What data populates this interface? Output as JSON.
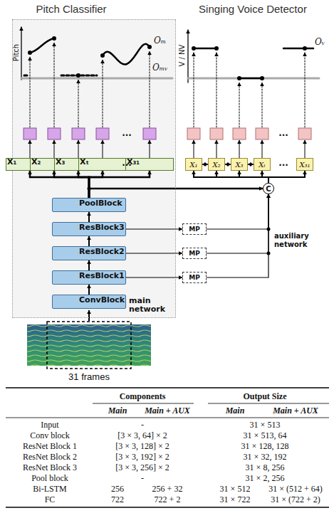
{
  "diagram": {
    "nodes": [
      {
        "text": [
          "main network"
        ]
      },
      {
        "text": [
          "X₁"
        ],
        "in": 0
      },
      {
        "text": [
          "X₂"
        ],
        "in": 0
      },
      {
        "text": [
          "X₃"
        ],
        "in": 0
      },
      {
        "text": [
          "Xₜ"
        ],
        "in": 0
      },
      {
        "text": [
          "X₃₁"
        ],
        "in": 0
      },
      {
        "text": [
          "PoolBlock"
        ],
        "in": 0
      },
      {
        "text": [
          "ResBlock3"
        ],
        "in": 0
      },
      {
        "text": [
          "ResBlock2"
        ],
        "in": 0
      },
      {
        "text": [
          "ResBlock1"
        ],
        "in": 0
      },
      {
        "text": [
          "ConvBlock"
        ],
        "in": 0
      },
      {
        "text": [
          "X₁"
        ]
      },
      {
        "text": [
          "X₂"
        ]
      },
      {
        "text": [
          "X₃"
        ]
      },
      {
        "text": [
          "Xₜ"
        ]
      },
      {
        "text": [
          "X₃₁"
        ]
      },
      {
        "text": [
          "C"
        ]
      },
      {
        "text": [
          "MP"
        ]
      },
      {
        "text": [
          "MP"
        ]
      },
      {
        "text": [
          "MP"
        ]
      }
    ],
    "edges": [
      {
        "from": 10,
        "to": 9,
        "arrow": "to"
      },
      {
        "from": 9,
        "to": 8,
        "arrow": "to"
      },
      {
        "from": 8,
        "to": 7,
        "arrow": "to"
      },
      {
        "from": 7,
        "to": 6,
        "arrow": "to"
      },
      {
        "from": 6,
        "to": 1,
        "arrow": "to"
      },
      {
        "from": 6,
        "to": 2,
        "arrow": "to"
      },
      {
        "from": 6,
        "to": 3,
        "arrow": "to"
      },
      {
        "from": 6,
        "to": 4,
        "arrow": "to"
      },
      {
        "from": 6,
        "to": 5,
        "arrow": "to"
      },
      {
        "from": 6,
        "to": 16,
        "arrow": "to"
      },
      {
        "from": 7,
        "to": 17,
        "arrow": "to"
      },
      {
        "from": 8,
        "to": 18,
        "arrow": "to"
      },
      {
        "from": 9,
        "to": 19,
        "arrow": "to"
      },
      {
        "from": 17,
        "to": 16,
        "arrow": "to"
      },
      {
        "from": 18,
        "to": 16,
        "arrow": "to"
      },
      {
        "from": 19,
        "to": 16,
        "arrow": "to"
      },
      {
        "from": 16,
        "to": 11,
        "arrow": "to"
      },
      {
        "from": 16,
        "to": 12,
        "arrow": "to"
      },
      {
        "from": 16,
        "to": 13,
        "arrow": "to"
      },
      {
        "from": 16,
        "to": 14,
        "arrow": "to"
      },
      {
        "from": 16,
        "to": 15,
        "arrow": "to"
      },
      {
        "from": 1,
        "to": 2,
        "arrow": "both"
      },
      {
        "from": 2,
        "to": 3,
        "arrow": "both"
      },
      {
        "from": 3,
        "to": 4,
        "arrow": "both"
      },
      {
        "from": 11,
        "to": 12,
        "arrow": "both"
      },
      {
        "from": 12,
        "to": 13,
        "arrow": "both"
      },
      {
        "from": 13,
        "to": 14,
        "arrow": "both"
      }
    ],
    "labels": [
      "Pitch Classifier",
      "Singing Voice Detector",
      "Pitch",
      "Oₘ",
      "Oₘᵥ",
      "V / NV",
      "Oᵥ",
      "...",
      "...",
      "...",
      "...",
      "auxiliary network",
      "31 frames",
      "Components",
      "Output Size",
      "Main",
      "Main + AUX",
      "Main",
      "Main + AUX",
      "Input",
      "-",
      "31 × 513",
      "Conv block",
      "[3 × 3, 64] × 2",
      "31 × 513, 64",
      "ResNet Block 1",
      "[3 × 3, 128] × 2",
      "31 × 128, 128",
      "ResNet Block 2",
      "[3 × 3, 192] × 2",
      "31 × 32, 192",
      "ResNet Block 3",
      "[3 × 3, 256] × 2",
      "31 × 8, 256",
      "Pool block",
      "-",
      "31 × 2, 256",
      "Bi-LSTM",
      "256",
      "256 + 32",
      "31 × 512",
      "31 × (512 + 64)",
      "FC",
      "722",
      "722 + 2",
      "31 × 722",
      "31 × (722 + 2)"
    ]
  }
}
